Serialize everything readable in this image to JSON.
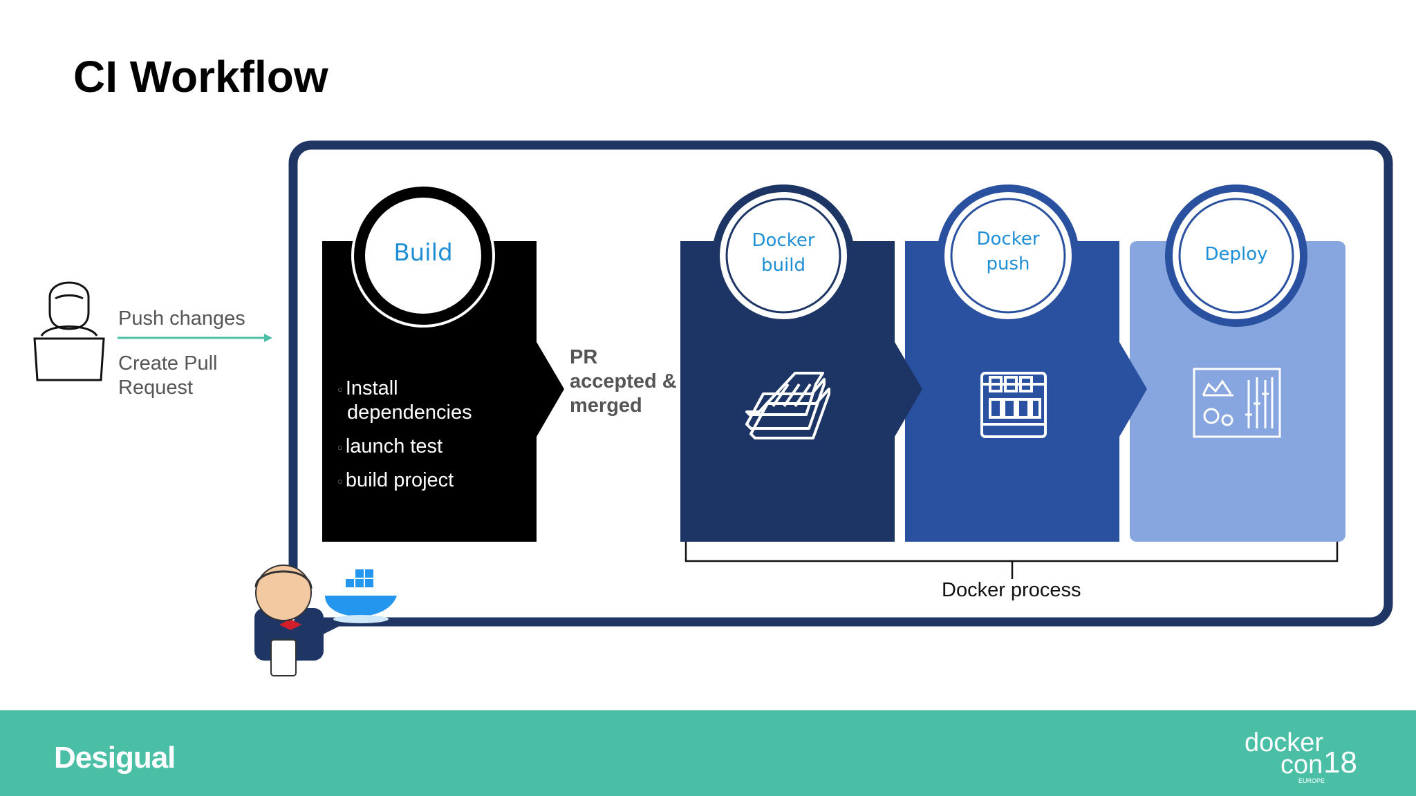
{
  "slide": {
    "title": "CI Workflow"
  },
  "developer": {
    "push_changes": "Push changes",
    "create_pr_line1": "Create Pull",
    "create_pr_line2": "Request"
  },
  "build_stage": {
    "label": "Build",
    "steps": [
      {
        "line1": "Install",
        "line2": "dependencies"
      },
      {
        "line1": "launch test"
      },
      {
        "line1": "build project"
      }
    ]
  },
  "transition": {
    "line1": "PR",
    "line2": "accepted &",
    "line3": "merged"
  },
  "docker_stages": [
    {
      "line1": "Docker",
      "line2": "build",
      "color": "#1d3564"
    },
    {
      "line1": "Docker",
      "line2": "push",
      "color": "#2a51a0"
    },
    {
      "line1": "Deploy",
      "color": "#87a5de"
    }
  ],
  "docker_process": {
    "label": "Docker process"
  },
  "footer": {
    "left_brand": "Desigual",
    "right_brand_line1": "docker",
    "right_brand_line2": "con",
    "right_brand_year": "18",
    "right_brand_sub": "EUROPE"
  },
  "colors": {
    "frame": "#1f3664",
    "accent_circle_text": "#1e8fd6",
    "footer_bg": "#4bbfa6",
    "arrow": "#4bbfa6"
  }
}
